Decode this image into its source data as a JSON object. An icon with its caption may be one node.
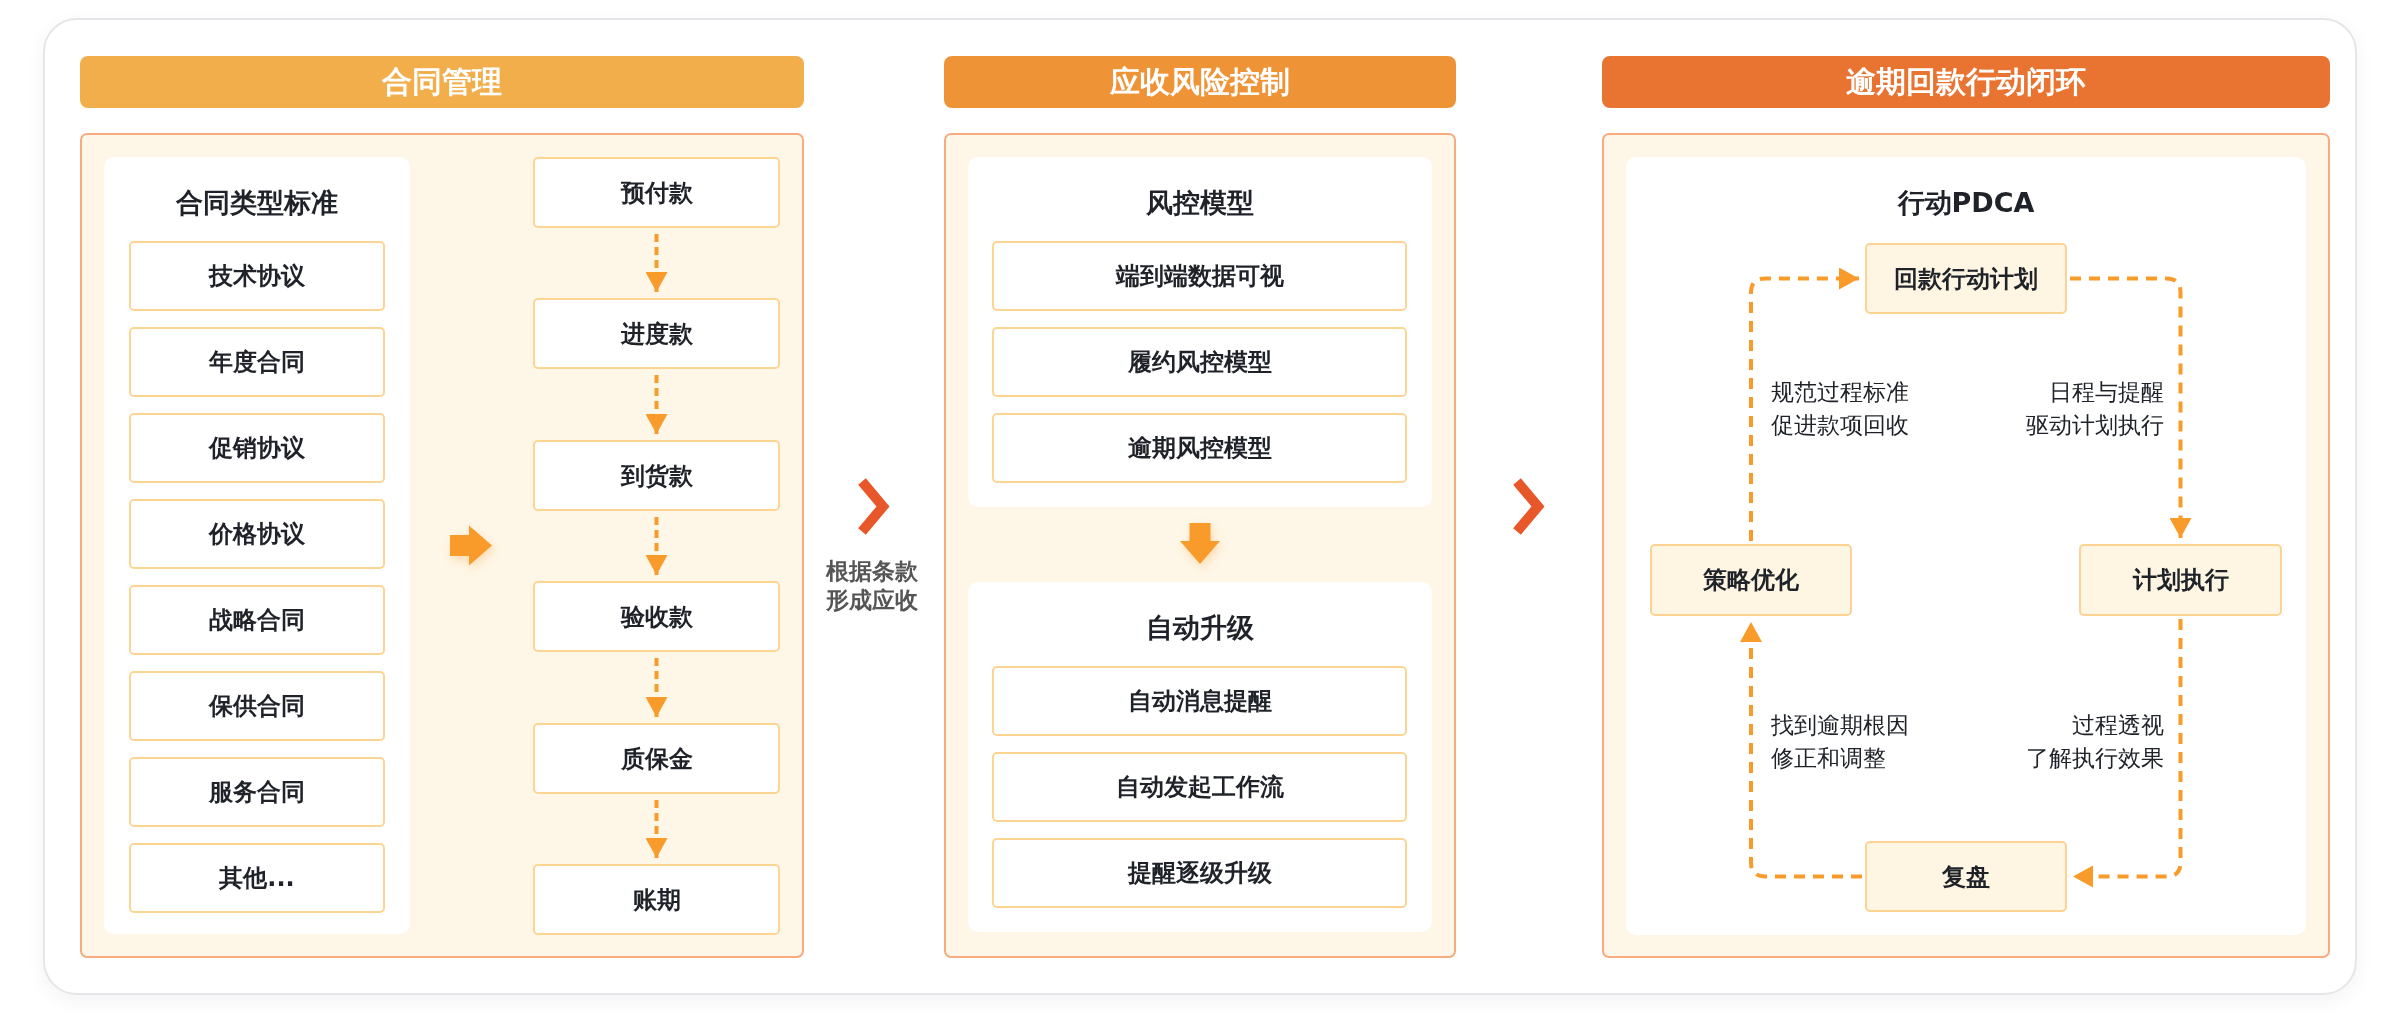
{
  "diagram": {
    "nodes": [
      {
        "text": [
          "合同管理"
        ]
      },
      {
        "text": [],
        "shape": "box"
      },
      {
        "text": [
          "合同类型标准"
        ],
        "in": 1
      },
      {
        "text": [
          "技术协议"
        ],
        "in": 2
      },
      {
        "text": [
          "年度合同"
        ],
        "in": 2
      },
      {
        "text": [
          "促销协议"
        ],
        "in": 2
      },
      {
        "text": [
          "价格协议"
        ],
        "in": 2
      },
      {
        "text": [
          "战略合同"
        ],
        "in": 2
      },
      {
        "text": [
          "保供合同"
        ],
        "in": 2
      },
      {
        "text": [
          "服务合同"
        ],
        "in": 2
      },
      {
        "text": [
          "其他..."
        ],
        "in": 2
      },
      {
        "text": [
          "预付款"
        ],
        "in": 1
      },
      {
        "text": [
          "进度款"
        ],
        "in": 1
      },
      {
        "text": [
          "到货款"
        ],
        "in": 1
      },
      {
        "text": [
          "验收款"
        ],
        "in": 1
      },
      {
        "text": [
          "质保金"
        ],
        "in": 1
      },
      {
        "text": [
          "账期"
        ],
        "in": 1
      },
      {
        "text": [
          "应收风险控制"
        ]
      },
      {
        "text": [],
        "shape": "box"
      },
      {
        "text": [
          "风控模型"
        ],
        "in": 18
      },
      {
        "text": [
          "端到端数据可视"
        ],
        "in": 19
      },
      {
        "text": [
          "履约风控模型"
        ],
        "in": 19
      },
      {
        "text": [
          "逾期风控模型"
        ],
        "in": 19
      },
      {
        "text": [
          "自动升级"
        ],
        "in": 18
      },
      {
        "text": [
          "自动消息提醒"
        ],
        "in": 23
      },
      {
        "text": [
          "自动发起工作流"
        ],
        "in": 23
      },
      {
        "text": [
          "提醒逐级升级"
        ],
        "in": 23
      },
      {
        "text": [
          "逾期回款行动闭环"
        ]
      },
      {
        "text": [],
        "shape": "box"
      },
      {
        "text": [
          "行动PDCA"
        ],
        "in": 28
      },
      {
        "text": [
          "回款行动计划"
        ],
        "in": 29
      },
      {
        "text": [
          "策略优化"
        ],
        "in": 29
      },
      {
        "text": [
          "计划执行"
        ],
        "in": 29
      },
      {
        "text": [
          "复盘"
        ],
        "in": 29
      }
    ],
    "edges": [
      {
        "from": 11,
        "to": 12,
        "arrow": "to",
        "style": "dashed"
      },
      {
        "from": 12,
        "to": 13,
        "arrow": "to",
        "style": "dashed"
      },
      {
        "from": 13,
        "to": 14,
        "arrow": "to",
        "style": "dashed"
      },
      {
        "from": 14,
        "to": 15,
        "arrow": "to",
        "style": "dashed"
      },
      {
        "from": 15,
        "to": 16,
        "arrow": "to",
        "style": "dashed"
      },
      {
        "from": 2,
        "to": null,
        "arrow": "to",
        "style": "thick"
      },
      {
        "from": 1,
        "to": 18,
        "arrow": "to",
        "label": "根据条款形成应收",
        "style": "thick",
        "color": "#e8572a"
      },
      {
        "from": 19,
        "to": 23,
        "arrow": "to",
        "style": "thick"
      },
      {
        "from": 18,
        "to": 28,
        "arrow": "to",
        "style": "thick",
        "color": "#e8572a"
      },
      {
        "from": 30,
        "to": 32,
        "arrow": "to",
        "style": "dashed",
        "label": "日程与提醒驱动计划执行"
      },
      {
        "from": 32,
        "to": 33,
        "arrow": "to",
        "style": "dashed",
        "label": "过程透视了解执行效果"
      },
      {
        "from": 33,
        "to": 31,
        "arrow": "to",
        "style": "dashed",
        "label": "找到逾期根因修正和调整"
      },
      {
        "from": 31,
        "to": 30,
        "arrow": "to",
        "style": "dashed",
        "label": "规范过程标准促进款项回收"
      }
    ]
  }
}
